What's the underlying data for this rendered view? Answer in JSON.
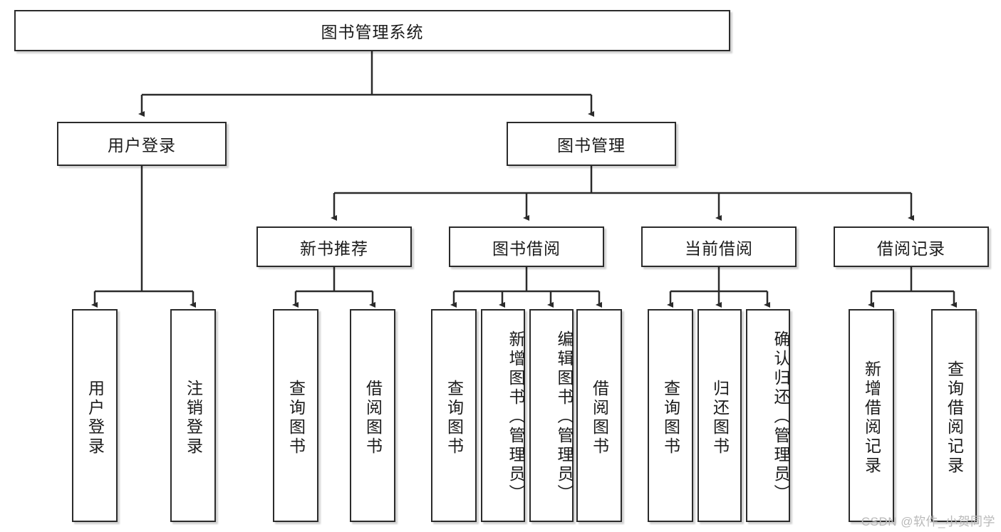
{
  "diagram": {
    "title": "图书管理系统",
    "type": "tree-hierarchy-diagram",
    "root": {
      "id": "root",
      "label": "图书管理系统"
    },
    "level2": [
      {
        "id": "user-login",
        "label": "用户登录"
      },
      {
        "id": "book-manage",
        "label": "图书管理"
      }
    ],
    "level3": [
      {
        "id": "new-book-rec",
        "label": "新书推荐",
        "parent": "book-manage"
      },
      {
        "id": "book-borrow",
        "label": "图书借阅",
        "parent": "book-manage"
      },
      {
        "id": "current-borrow",
        "label": "当前借阅",
        "parent": "book-manage"
      },
      {
        "id": "borrow-record",
        "label": "借阅记录",
        "parent": "book-manage"
      }
    ],
    "leaves": [
      {
        "id": "leaf-user-login",
        "label": "用户登录",
        "parent": "user-login"
      },
      {
        "id": "leaf-logout",
        "label": "注销登录",
        "parent": "user-login"
      },
      {
        "id": "leaf-query-book-1",
        "label": "查询图书",
        "parent": "new-book-rec"
      },
      {
        "id": "leaf-borrow-book-1",
        "label": "借阅图书",
        "parent": "new-book-rec"
      },
      {
        "id": "leaf-query-book-2",
        "label": "查询图书",
        "parent": "book-borrow"
      },
      {
        "id": "leaf-add-book",
        "label": "新增图书（管理员）",
        "parent": "book-borrow"
      },
      {
        "id": "leaf-edit-book",
        "label": "编辑图书（管理员）",
        "parent": "book-borrow"
      },
      {
        "id": "leaf-borrow-book-2",
        "label": "借阅图书",
        "parent": "book-borrow"
      },
      {
        "id": "leaf-query-book-3",
        "label": "查询图书",
        "parent": "current-borrow"
      },
      {
        "id": "leaf-return-book",
        "label": "归还图书",
        "parent": "current-borrow"
      },
      {
        "id": "leaf-confirm-return",
        "label": "确认归还（管理员）",
        "parent": "current-borrow"
      },
      {
        "id": "leaf-add-record",
        "label": "新增借阅记录",
        "parent": "borrow-record"
      },
      {
        "id": "leaf-query-record",
        "label": "查询借阅记录",
        "parent": "borrow-record"
      }
    ],
    "colors": {
      "stroke": "#2b2b2b",
      "fill": "#ffffff",
      "text": "#1b1b1b",
      "watermark": "#b9b9b9"
    }
  },
  "watermark": {
    "text": "CSDN @软件_小贺同学"
  }
}
